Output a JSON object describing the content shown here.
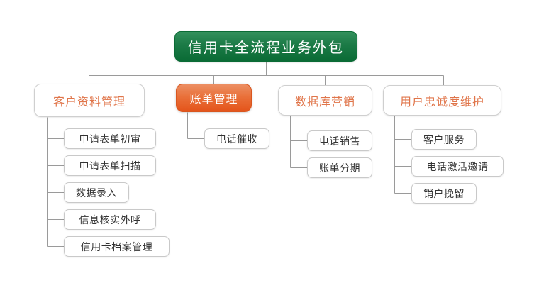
{
  "diagram": {
    "title_text": "信用卡全流程业务外包",
    "type": "org-chart",
    "background_color": "#ffffff",
    "colors": {
      "root_fill_top": "#33905c",
      "root_fill_bottom": "#0a6b35",
      "root_text": "#ffffff",
      "accent_fill_top": "#ec8f63",
      "accent_fill_bottom": "#e4541b",
      "accent_text": "#ffffff",
      "level2_text": "#e0754a",
      "level3_text": "#333333",
      "box_border": "#c9c9c9",
      "connector_line": "#9a9a9a"
    },
    "root": {
      "label": "信用卡全流程业务外包"
    },
    "branches": [
      {
        "label": "客户资料管理",
        "highlight": false,
        "children": [
          {
            "label": "申请表单初审"
          },
          {
            "label": "申请表单扫描"
          },
          {
            "label": "数据录入"
          },
          {
            "label": "信息核实外呼"
          },
          {
            "label": "信用卡档案管理"
          }
        ]
      },
      {
        "label": "账单管理",
        "highlight": true,
        "children": [
          {
            "label": "电话催收"
          }
        ]
      },
      {
        "label": "数据库营销",
        "highlight": false,
        "children": [
          {
            "label": "电话销售"
          },
          {
            "label": "账单分期"
          }
        ]
      },
      {
        "label": "用户忠诚度维护",
        "highlight": false,
        "children": [
          {
            "label": "客户服务"
          },
          {
            "label": "电话激活邀请"
          },
          {
            "label": "销户挽留"
          }
        ]
      }
    ]
  }
}
